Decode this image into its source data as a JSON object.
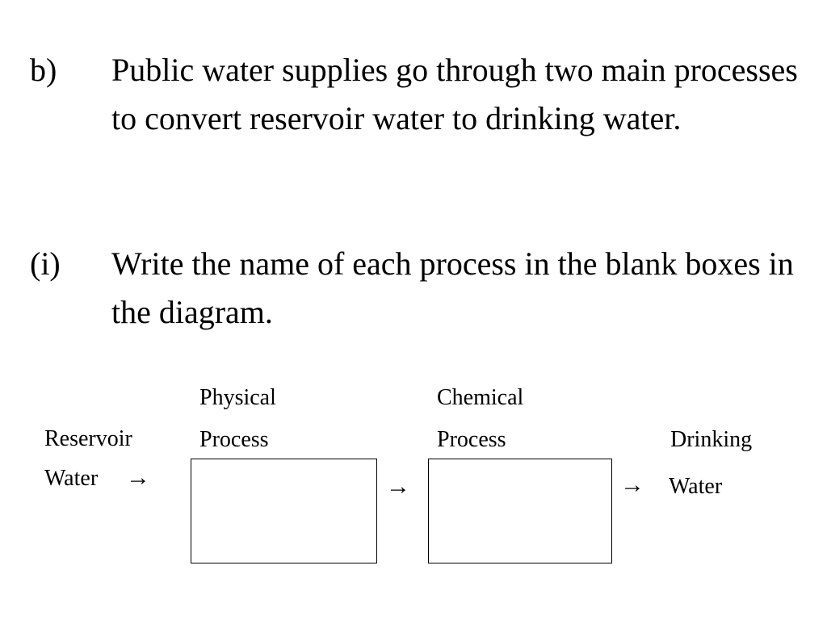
{
  "question_b": {
    "label": "b)",
    "text": "Public water supplies go through two main processes to convert reservoir water to drinking water."
  },
  "question_i": {
    "label": "(i)",
    "text": "Write the name of each process in the blank boxes in the diagram."
  },
  "diagram": {
    "input": {
      "line1": "Reservoir",
      "line2": "Water"
    },
    "physical": {
      "line1": "Physical",
      "line2": "Process"
    },
    "chemical": {
      "line1": "Chemical",
      "line2": "Process"
    },
    "output": {
      "line1": "Drinking",
      "line2": "Water"
    },
    "arrow": "→"
  }
}
